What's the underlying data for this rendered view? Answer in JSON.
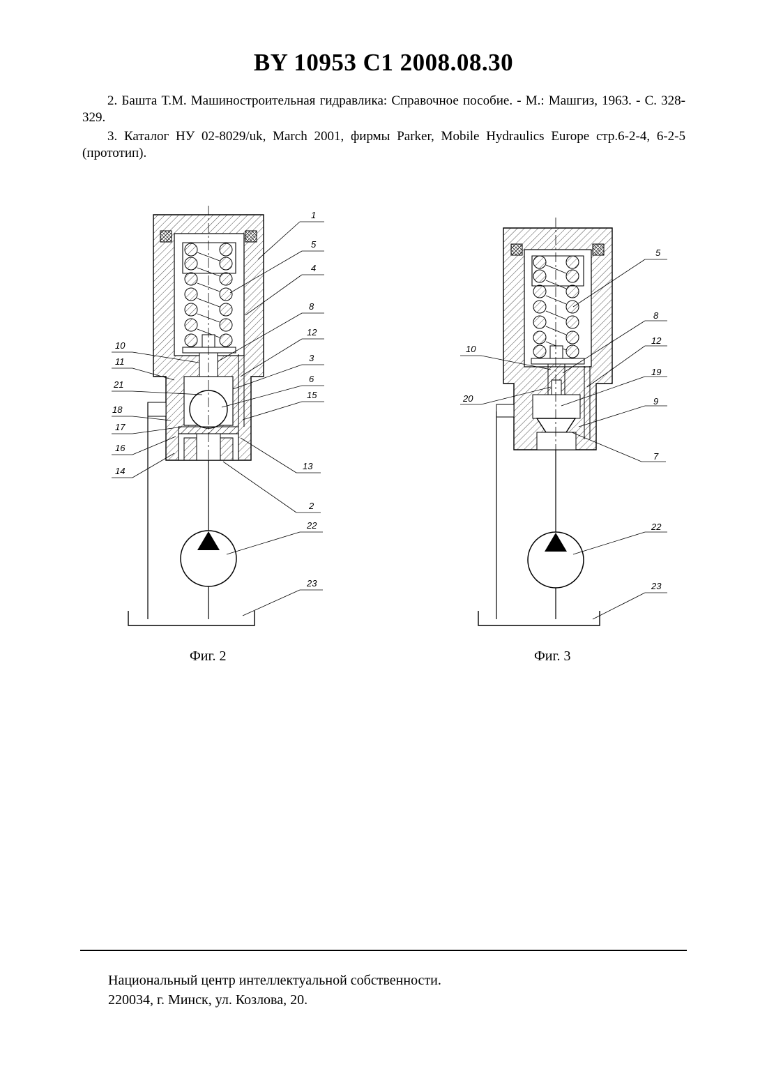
{
  "header": {
    "title": "BY  10953  C1  2008.08.30"
  },
  "references": [
    "2. Башта Т.М. Машиностроительная гидравлика: Справочное пособие. - М.: Машгиз, 1963. - С. 328-329.",
    "3. Каталог НУ 02-8029/uk, March 2001, фирмы Parker, Mobile Hydraulics Europe стр.6-2-4, 6-2-5 (прототип)."
  ],
  "figures": {
    "fig2": {
      "caption": "Фиг. 2",
      "labels": {
        "l1": "1",
        "l5": "5",
        "l4": "4",
        "l8": "8",
        "l12": "12",
        "l3": "3",
        "l6": "6",
        "l15": "15",
        "l13": "13",
        "l2": "2",
        "l22": "22",
        "l23": "23",
        "l10": "10",
        "l11": "11",
        "l21": "21",
        "l18": "18",
        "l17": "17",
        "l16": "16",
        "l14": "14"
      }
    },
    "fig3": {
      "caption": "Фиг. 3",
      "labels": {
        "l5": "5",
        "l8": "8",
        "l12": "12",
        "l19": "19",
        "l9": "9",
        "l7": "7",
        "l22": "22",
        "l23": "23",
        "l10": "10",
        "l20": "20"
      }
    }
  },
  "footer": {
    "line1": "Национальный центр интеллектуальной собственности.",
    "line2": "220034, г. Минск, ул. Козлова, 20."
  }
}
